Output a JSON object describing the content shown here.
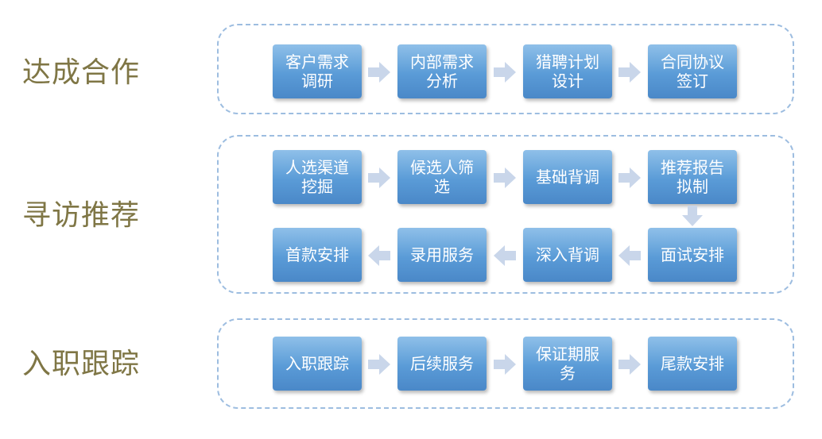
{
  "colors": {
    "stage_label": "#7f7645",
    "panel_border": "#9dbde0",
    "box_top": "#8fc0e9",
    "box_bottom": "#4a88c8",
    "arrow": "#c9d6ea"
  },
  "stages": [
    {
      "label": "达成合作",
      "steps": [
        "客户需求\n调研",
        "内部需求\n分析",
        "猎聘计划\n设计",
        "合同协议\n签订"
      ]
    },
    {
      "label": "寻访推荐",
      "steps": [
        "人选渠道\n挖掘",
        "候选人筛\n选",
        "基础背调",
        "推荐报告\n拟制",
        "面试安排",
        "深入背调",
        "录用服务",
        "首款安排"
      ]
    },
    {
      "label": "入职跟踪",
      "steps": [
        "入职跟踪",
        "后续服务",
        "保证期服\n务",
        "尾款安排"
      ]
    }
  ]
}
